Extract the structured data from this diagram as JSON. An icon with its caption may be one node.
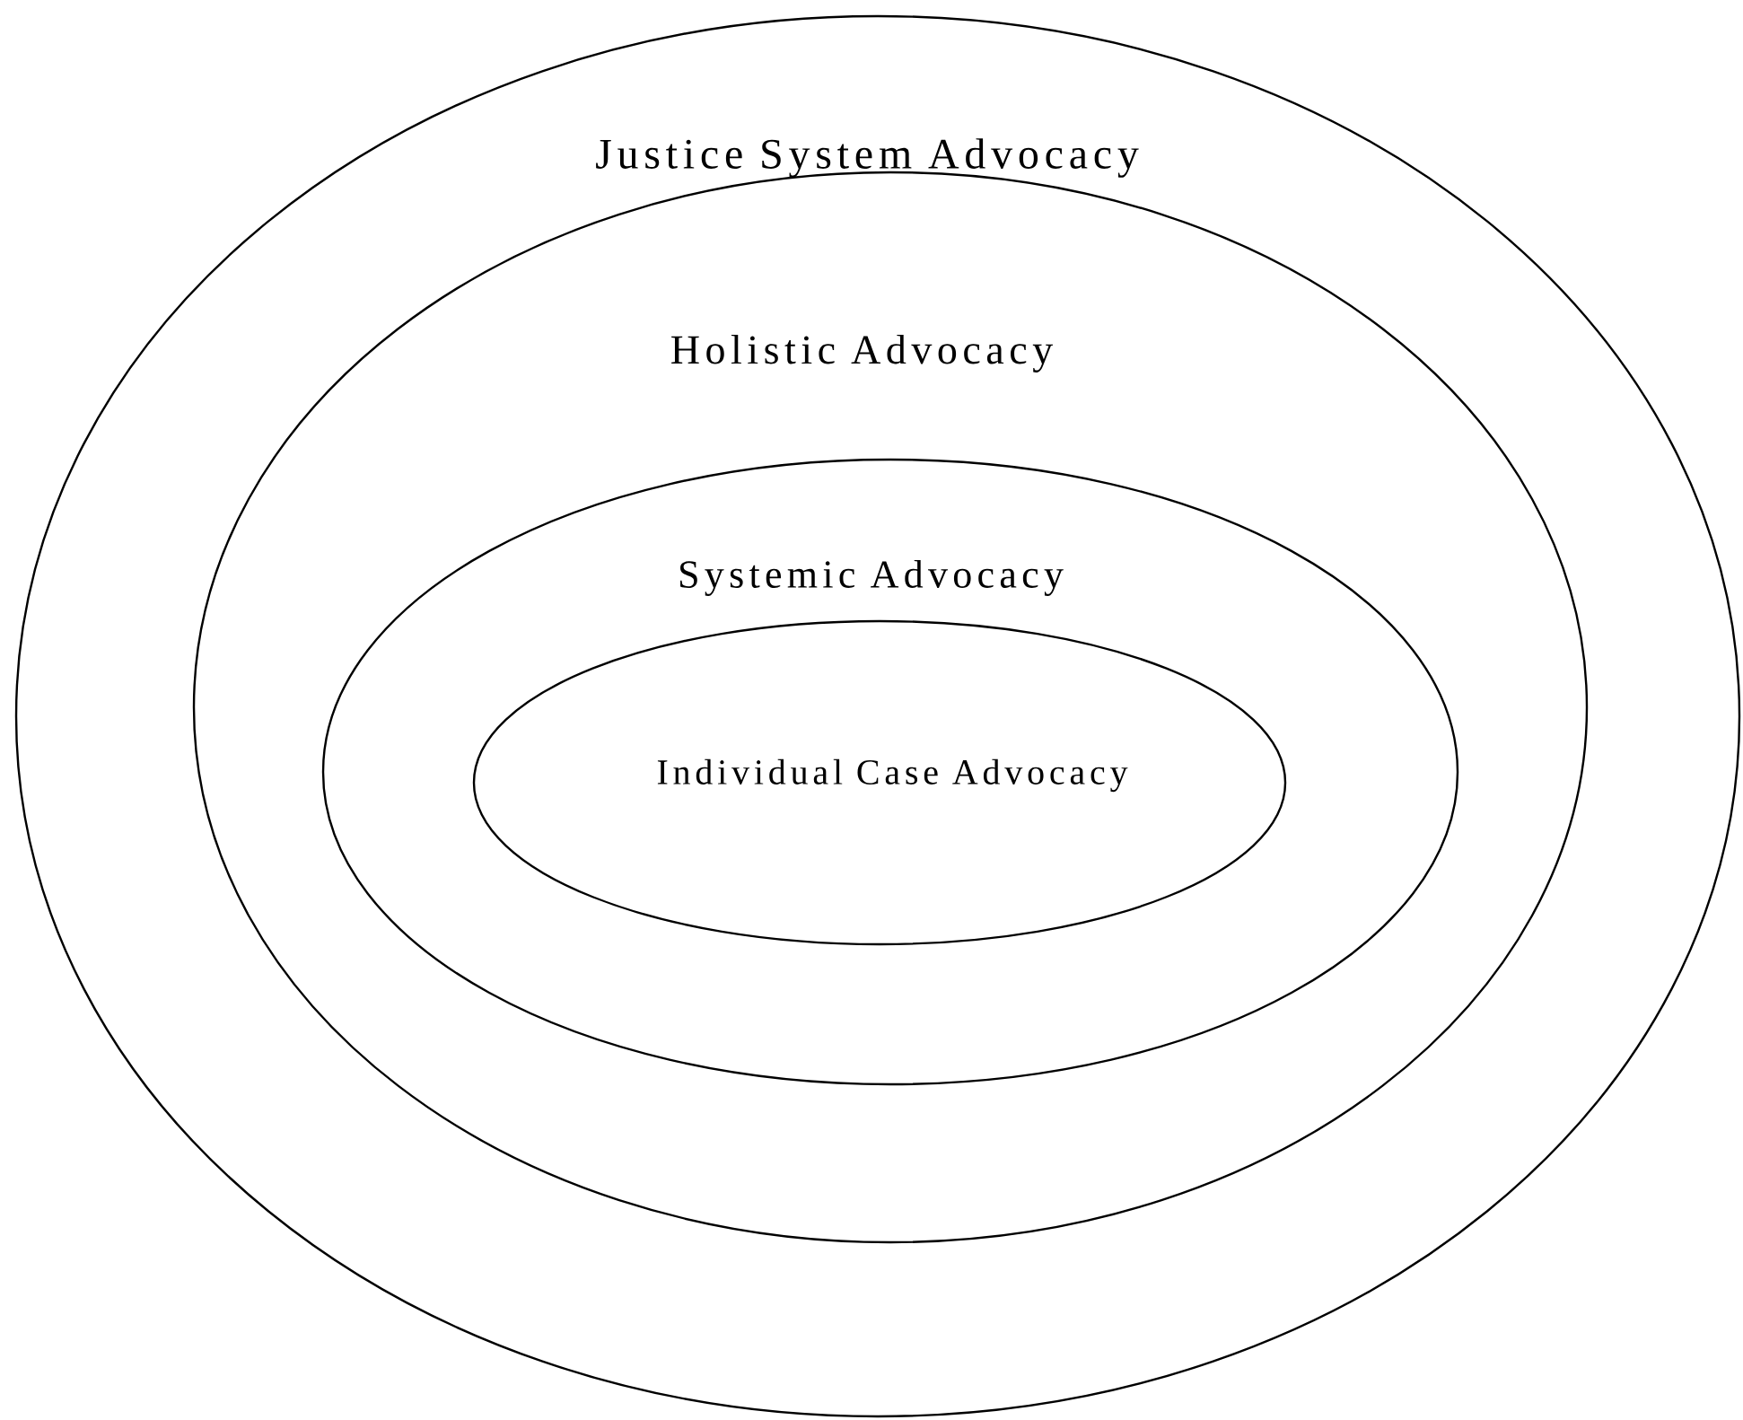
{
  "diagram": {
    "nodes": [
      {
        "text": [
          "Justice System Advocacy"
        ]
      },
      {
        "text": [
          "Holistic Advocacy"
        ],
        "in": 0
      },
      {
        "text": [
          "Systemic Advocacy"
        ],
        "in": 1
      },
      {
        "text": [
          "Individual Case Advocacy"
        ],
        "in": 2
      }
    ]
  }
}
